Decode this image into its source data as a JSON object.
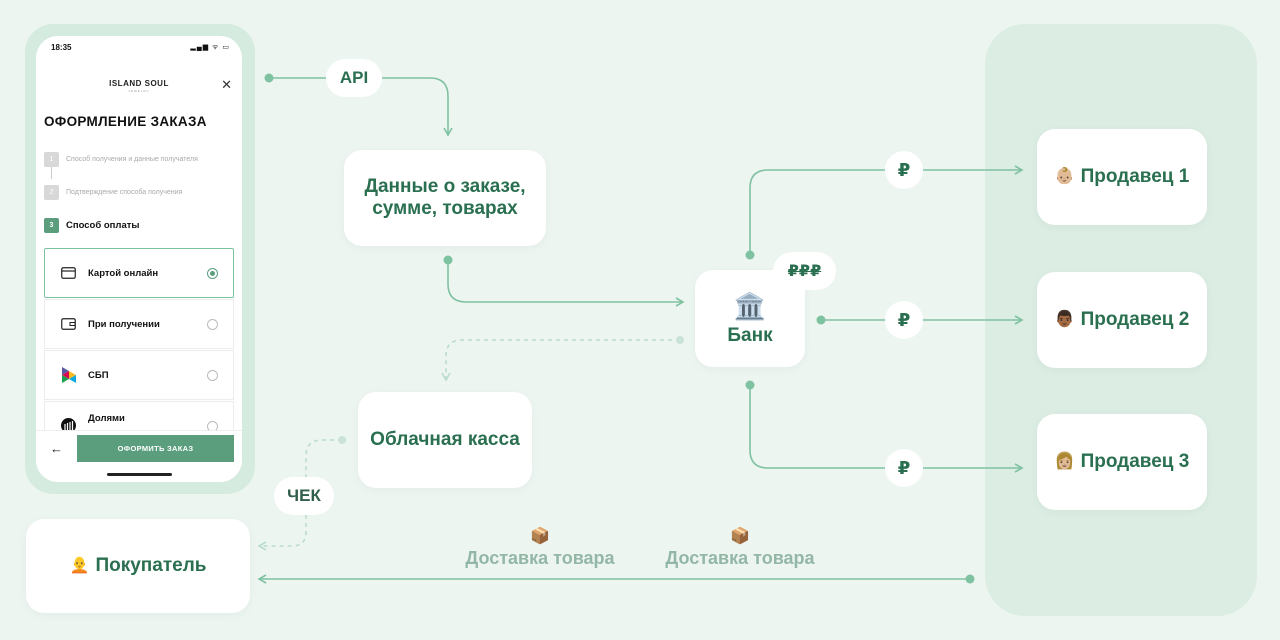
{
  "phone": {
    "time": "18:35",
    "status_icons": "▂▄▆ ᯤ ▭",
    "brand": "ISLAND SOUL",
    "brand_sub": "JEWELRY",
    "close": "✕",
    "title": "ОФОРМЛЕНИЕ ЗАКАЗА",
    "steps": [
      {
        "num": "1",
        "label": "Способ получения и данные получателя"
      },
      {
        "num": "2",
        "label": "Подтверждение способа получения"
      },
      {
        "num": "3",
        "label": "Способ оплаты"
      }
    ],
    "payment_options": [
      {
        "label": "Картой онлайн",
        "icon": "card-icon",
        "selected": true
      },
      {
        "label": "При получении",
        "icon": "wallet-icon",
        "selected": false
      },
      {
        "label": "СБП",
        "icon": "sbp-logo-icon",
        "selected": false
      },
      {
        "label": "Долями",
        "icon": "dolyami-logo-icon",
        "selected": false
      }
    ],
    "back": "←",
    "submit_label": "ОФОРМИТЬ ЗАКАЗ"
  },
  "diagram": {
    "api_label": "API",
    "order_data": "Данные о заказе, сумме, товарах",
    "bank_icon": "🏛️",
    "bank_label": "Банк",
    "ppp_label": "₽₽₽",
    "rub": "₽",
    "cloud_cash": "Облачная касса",
    "check_label": "ЧЕК",
    "buyer_emoji": "🧑‍🦲",
    "buyer": "Покупатель",
    "sellers": [
      {
        "emoji": "👶🏼",
        "label": "Продавец 1"
      },
      {
        "emoji": "👨🏾",
        "label": "Продавец 2"
      },
      {
        "emoji": "👩🏼",
        "label": "Продавец 3"
      }
    ],
    "delivery_box": "📦",
    "delivery_label": "Доставка товара"
  },
  "colors": {
    "background": "#edf5f1",
    "accent": "#5a9e7e",
    "line": "#7fc2a1",
    "text_green": "#2a6f50",
    "panel": "#dcede4",
    "muted": "#93b7a6"
  }
}
